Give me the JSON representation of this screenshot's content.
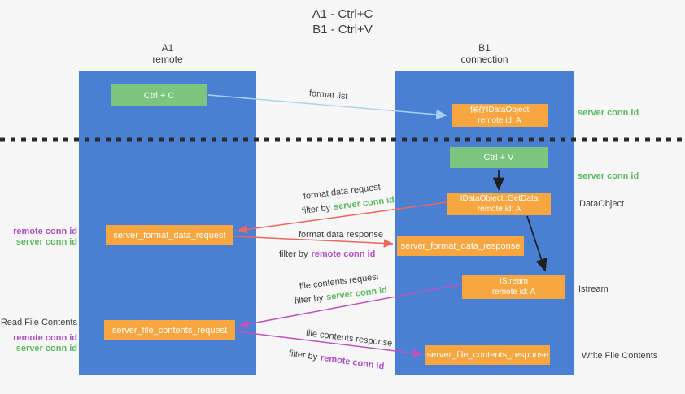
{
  "title": {
    "line1": "A1 - Ctrl+C",
    "line2": "B1 - Ctrl+V"
  },
  "lanes": {
    "a1": {
      "title": "A1",
      "subtitle": "remote"
    },
    "b1": {
      "title": "B1",
      "subtitle": "connection"
    }
  },
  "nodes": {
    "ctrl_c": {
      "label": "Ctrl + C"
    },
    "ctrl_v": {
      "label": "Ctrl + V"
    },
    "save_dataobject": {
      "line1": "保存IDataObject",
      "line2": "remote id: A"
    },
    "getdata": {
      "line1": "IDataObject::GetData",
      "line2": "remote id: A"
    },
    "istream": {
      "line1": "IStream",
      "line2": "remote id: A"
    },
    "format_request": {
      "label": "server_format_data_request"
    },
    "format_response": {
      "label": "server_format_data_response"
    },
    "file_request": {
      "label": "server_file_contents_request"
    },
    "file_response": {
      "label": "server_file_contents_response"
    }
  },
  "annotations": {
    "format_list": "format list",
    "server_conn_id": "server conn id",
    "remote_conn_id": "remote conn id",
    "filter_by": "filter by",
    "dataobject": "DataObject",
    "istream_side": "Istream",
    "read_file_contents": "Read File Contents",
    "write_file_contents": "Write File Contents",
    "format_data_request": "format data request",
    "format_data_response": "format data response",
    "file_contents_request": "file contents request",
    "file_contents_response": "file contents response"
  },
  "colors": {
    "lane_blue": "#4a80d4",
    "box_green": "#7cc57f",
    "box_orange": "#f8a640",
    "text_green": "#5cb860",
    "text_purple": "#ad4fc4",
    "text_dark": "#3d3d3d",
    "arrow_blue": "#a9d2f0",
    "arrow_red": "#ea685c",
    "arrow_magenta": "#bf53bb",
    "arrow_black": "#1f1f1f",
    "dotted_line": "#2b2b2b"
  }
}
